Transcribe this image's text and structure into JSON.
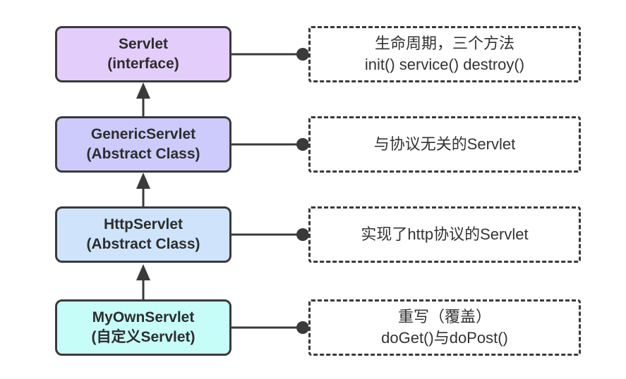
{
  "diagram": {
    "background": "#ffffff",
    "stroke_color": "#3a3a3a",
    "text_color": "#2d2d2d",
    "nodes": [
      {
        "title": "Servlet",
        "subtitle": "(interface)",
        "fill": "#e3cdfa"
      },
      {
        "title": "GenericServlet",
        "subtitle": "(Abstract Class)",
        "fill": "#cdcbfb"
      },
      {
        "title": "HttpServlet",
        "subtitle": "(Abstract Class)",
        "fill": "#cfe4fb"
      },
      {
        "title": "MyOwnServlet",
        "subtitle": "(自定义Servlet)",
        "fill": "#c7fdf9"
      }
    ],
    "notes": [
      {
        "line1": "生命周期，三个方法",
        "line2": "init() service() destroy()"
      },
      {
        "line1": "与协议无关的Servlet"
      },
      {
        "line1": "实现了http协议的Servlet"
      },
      {
        "line1": "重写（覆盖）",
        "line2": "doGet()与doPost()"
      }
    ]
  }
}
